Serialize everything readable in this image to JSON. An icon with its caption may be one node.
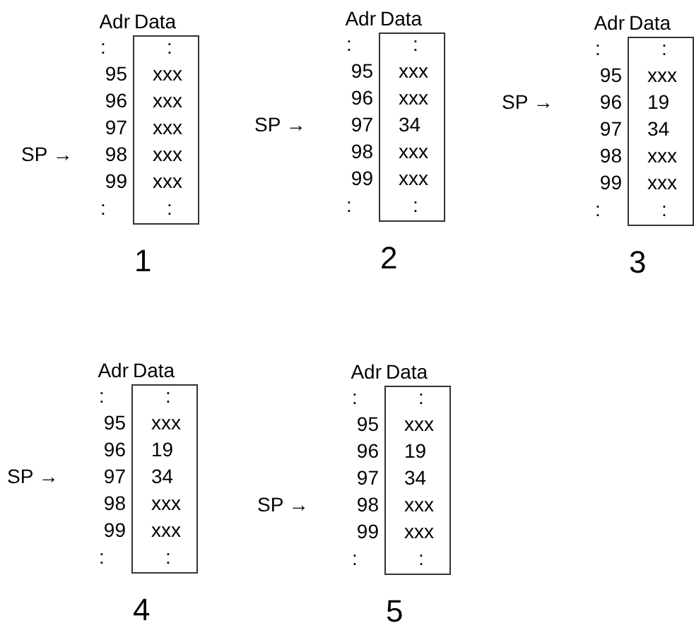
{
  "diagram": {
    "nodes": [
      {
        "text": [
          "Data",
          ":",
          "xxx",
          "xxx",
          "xxx",
          "xxx",
          "xxx",
          ":"
        ],
        "beside": [
          "Adr",
          ":",
          "95",
          "96",
          "97",
          "98",
          "99",
          ":",
          "SP →",
          "1"
        ]
      },
      {
        "text": [
          "Data",
          ":",
          "xxx",
          "xxx",
          "34",
          "xxx",
          "xxx",
          ":"
        ],
        "beside": [
          "Adr",
          ":",
          "95",
          "96",
          "97",
          "98",
          "99",
          ":",
          "SP →",
          "2"
        ]
      },
      {
        "text": [
          "Data",
          ":",
          "xxx",
          "19",
          "34",
          "xxx",
          "xxx",
          ":"
        ],
        "beside": [
          "Adr",
          ":",
          "95",
          "96",
          "97",
          "98",
          "99",
          ":",
          "SP →",
          "3"
        ]
      },
      {
        "text": [
          "Data",
          ":",
          "xxx",
          "19",
          "34",
          "xxx",
          "xxx",
          ":"
        ],
        "beside": [
          "Adr",
          ":",
          "95",
          "96",
          "97",
          "98",
          "99",
          ":",
          "SP →",
          "4"
        ]
      },
      {
        "text": [
          "Data",
          ":",
          "xxx",
          "19",
          "34",
          "xxx",
          "xxx",
          ":"
        ],
        "beside": [
          "Adr",
          ":",
          "95",
          "96",
          "97",
          "98",
          "99",
          ":",
          "SP →",
          "5"
        ]
      }
    ]
  }
}
